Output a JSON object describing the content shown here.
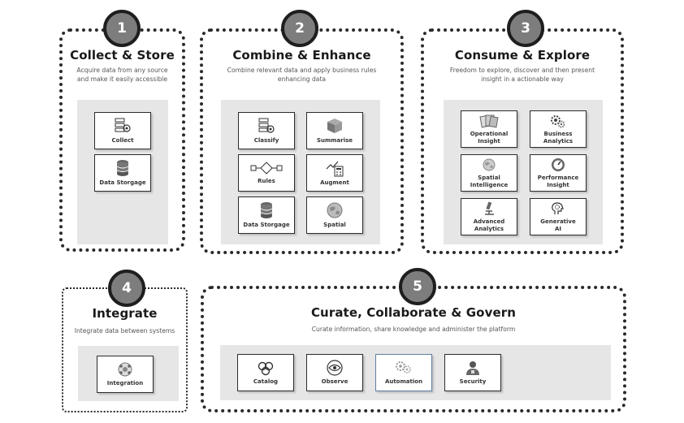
{
  "sections": {
    "collect": {
      "number": "1",
      "title": "Collect & Store",
      "description": "Acquire data from any source and make it easily accessible",
      "cards": [
        "Collect",
        "Data Storgage"
      ]
    },
    "combine": {
      "number": "2",
      "title": "Combine & Enhance",
      "description": "Combine relevant data and apply business rules enhancing data",
      "cards": [
        "Classify",
        "Summarise",
        "Rules",
        "Augment",
        "Data Storgage",
        "Spatial"
      ]
    },
    "consume": {
      "number": "3",
      "title": "Consume & Explore",
      "description": "Freedom to explore, discover and then present insight in a actionable way",
      "cards": [
        "Operational\nInsight",
        "Business\nAnalytics",
        "Spatial\nIntelligence",
        "Performance\nInsight",
        "Advanced\nAnalytics",
        "Generative\nAI"
      ]
    },
    "integrate": {
      "number": "4",
      "title": "Integrate",
      "description": "Integrate data between systems",
      "cards": [
        "Integration"
      ]
    },
    "curate": {
      "number": "5",
      "title": "Curate, Collaborate & Govern",
      "description": "Curate information, share knowledge and administer the platform",
      "cards": [
        "Catalog",
        "Observe",
        "Automation",
        "Security"
      ]
    }
  },
  "icons": {
    "collect": "collect-icon",
    "storage": "database-icon",
    "classify": "classify-icon",
    "summarise": "cube-icon",
    "rules": "flow-icon",
    "augment": "calculator-chart-icon",
    "spatial": "globe-icon",
    "operational": "documents-icon",
    "business": "gears-icon",
    "performance": "gauge-icon",
    "advanced": "microscope-icon",
    "generative": "brain-gear-icon",
    "integration": "network-icon",
    "catalog": "catalog-icon",
    "observe": "eye-icon",
    "automation": "automation-gears-icon",
    "security": "security-person-icon"
  }
}
